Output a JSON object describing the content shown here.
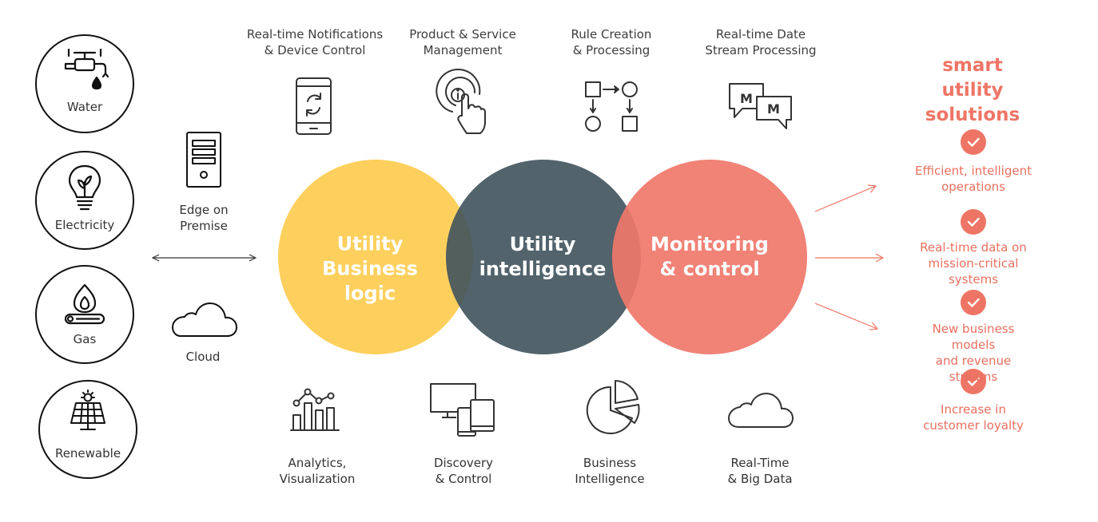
{
  "utilities": [
    {
      "label": "Water",
      "icon": "water-tap-icon"
    },
    {
      "label": "Electricity",
      "icon": "light-bulb-icon"
    },
    {
      "label": "Gas",
      "icon": "gas-flame-icon"
    },
    {
      "label": "Renewable",
      "icon": "solar-panel-icon"
    }
  ],
  "connectivity": {
    "edge": {
      "label": "Edge on\nPremise",
      "icon": "server-icon"
    },
    "cloud": {
      "label": "Cloud",
      "icon": "cloud-icon"
    }
  },
  "top_features": [
    {
      "label": "Real-time Notifications\n& Device Control",
      "icon": "smartphone-refresh-icon"
    },
    {
      "label": "Product & Service\nManagement",
      "icon": "touch-info-icon"
    },
    {
      "label": "Rule Creation\n& Processing",
      "icon": "flowchart-icon"
    },
    {
      "label": "Real-time Date\nStream Processing",
      "icon": "message-bubbles-icon"
    }
  ],
  "bottom_features": [
    {
      "label": "Analytics,\nVisualization",
      "icon": "bar-line-chart-icon"
    },
    {
      "label": "Discovery\n& Control",
      "icon": "devices-icon"
    },
    {
      "label": "Business\nIntelligence",
      "icon": "pie-chart-icon"
    },
    {
      "label": "Real-Time\n& Big Data",
      "icon": "cloud-outline-icon"
    }
  ],
  "circles": [
    {
      "label": "Utility\nBusiness\nlogic",
      "color": "#fdd05d"
    },
    {
      "label": "Utility\nintelligence",
      "color": "#3f525c"
    },
    {
      "label": "Monitoring\n& control",
      "color": "#f0776a"
    }
  ],
  "solutions": {
    "title": "smart utility\nsolutions",
    "accent": "#ee7565",
    "benefits": [
      "Efficient, intelligent\noperations",
      "Real-time data on\nmission-critical systems",
      "New business models\nand revenue streams",
      "Increase in\ncustomer loyalty"
    ],
    "check_icon": "check-icon"
  }
}
